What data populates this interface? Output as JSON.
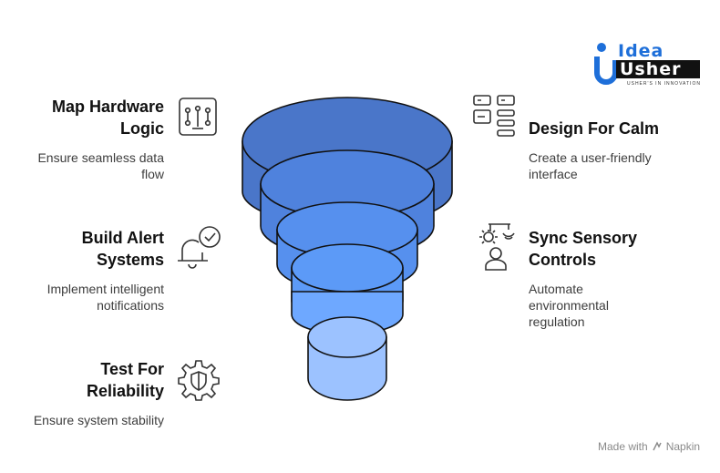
{
  "brand": {
    "logo_line1": "Idea",
    "logo_line2": "Usher",
    "tagline": "USHER'S IN INNOVATION"
  },
  "steps_left": [
    {
      "title_line1": "Map Hardware",
      "title_line2": "Logic",
      "desc_line1": "Ensure seamless data",
      "desc_line2": "flow",
      "icon": "circuit-chip-icon"
    },
    {
      "title_line1": "Build Alert",
      "title_line2": "Systems",
      "desc_line1": "Implement intelligent",
      "desc_line2": "notifications",
      "icon": "bell-check-icon"
    },
    {
      "title_line1": "Test For",
      "title_line2": "Reliability",
      "desc_line1": "Ensure system stability",
      "icon": "shield-gear-icon"
    }
  ],
  "steps_right": [
    {
      "title_line1": "Design For Calm",
      "desc_line1": "Create a user-friendly",
      "desc_line2": "interface",
      "icon": "layout-wireframe-icon"
    },
    {
      "title_line1": "Sync Sensory",
      "title_line2": "Controls",
      "desc_line1": "Automate",
      "desc_line2": "environmental",
      "desc_line3": "regulation",
      "icon": "sensor-user-icon"
    }
  ],
  "footer": {
    "made_with": "Made with",
    "napkin": "Napkin"
  },
  "colors": {
    "tier1": "#4a76c9",
    "tier2": "#4f82dd",
    "tier3": "#5690ee",
    "tier4": "#5c9af7",
    "tier5": "#6ea8ff",
    "tier6": "#9cc2ff",
    "brand_blue": "#1e6fd9"
  }
}
